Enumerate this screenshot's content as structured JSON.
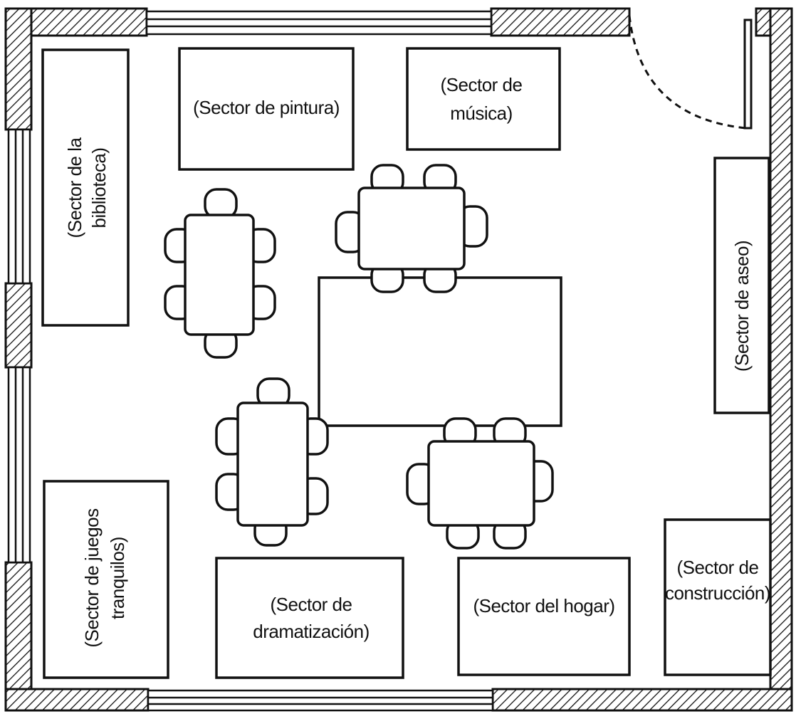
{
  "sectors": {
    "pintura": "(Sector de pintura)",
    "musica_1": "(Sector de",
    "musica_2": "música)",
    "biblioteca_1": "(Sector de la",
    "biblioteca_2": "biblioteca)",
    "aseo": "(Sector de aseo)",
    "juegos_1": "(Sector de juegos",
    "juegos_2": "tranquilos)",
    "dramatizacion_1": "(Sector de",
    "dramatizacion_2": "dramatización)",
    "hogar": "(Sector del hogar)",
    "construccion_1": "(Sector de",
    "construccion_2": "construcción)"
  },
  "colors": {
    "ink": "#111111",
    "paper": "#ffffff"
  }
}
